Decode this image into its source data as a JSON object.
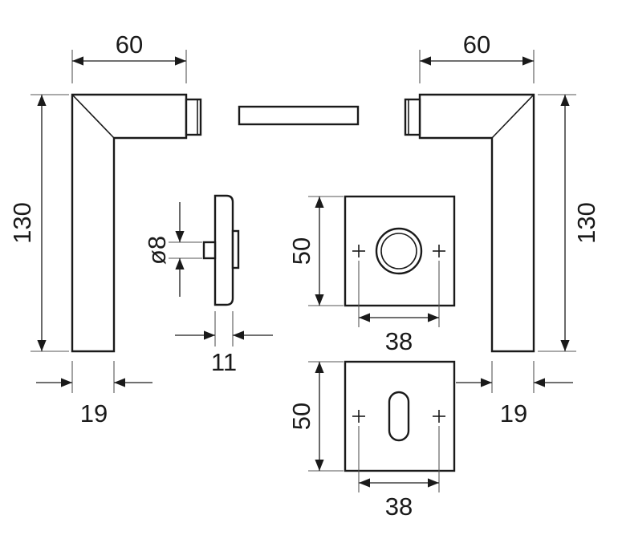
{
  "colors": {
    "line": "#1a1a1a",
    "extension": "#555555",
    "background": "#ffffff"
  },
  "dimensions": {
    "left_handle_width": "60",
    "right_handle_width": "60",
    "left_handle_height": "130",
    "right_handle_height": "130",
    "left_handle_thickness": "19",
    "right_handle_thickness": "19",
    "spindle_diameter": "ø8",
    "rose_depth": "11",
    "rose_height": "50",
    "escutcheon_height": "50",
    "rose_hole_spacing": "38",
    "escutcheon_hole_spacing": "38"
  }
}
